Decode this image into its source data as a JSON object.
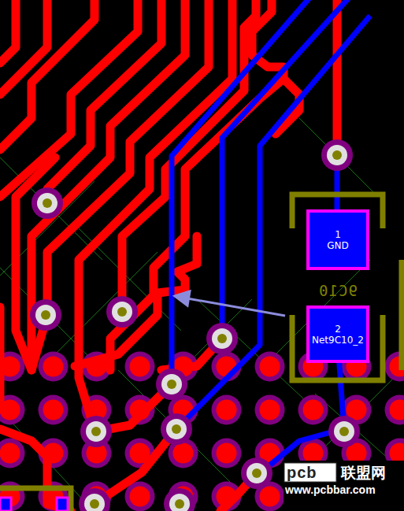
{
  "diagram": {
    "nodes": [
      {
        "text": [
          "1",
          "GND"
        ]
      },
      {
        "text": [
          "2",
          "Net9C10_2"
        ]
      }
    ],
    "labels": [
      "9C10",
      "pcb",
      "联盟网",
      "www.pcbbar.com"
    ]
  }
}
